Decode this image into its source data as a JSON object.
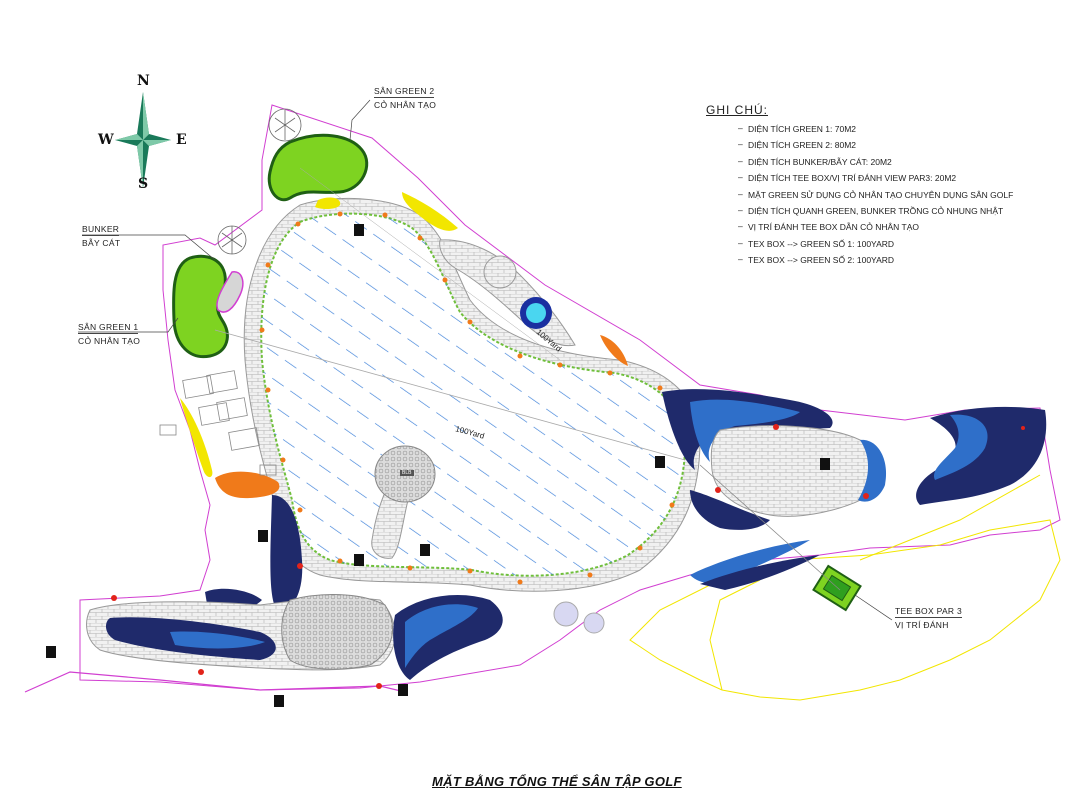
{
  "title": "MẶT BẰNG TỔNG THỂ SÂN TẬP GOLF",
  "compass": {
    "n": "N",
    "s": "S",
    "e": "E",
    "w": "W"
  },
  "labels": {
    "green2_line1": "SÂN GREEN 2",
    "green2_line2": "CỎ NHÂN TẠO",
    "bunker_line1": "BUNKER",
    "bunker_line2": "BẪY CÁT",
    "green1_line1": "SÂN GREEN 1",
    "green1_line2": "CỎ NHÂN TẠO",
    "tee_line1": "TEE BOX PAR 3",
    "tee_line2": "VỊ TRÍ ĐÁNH",
    "yard_main": "100Yard",
    "yard_upper": "100Yard",
    "pond": "BLB"
  },
  "notes": {
    "title": "GHI CHÚ:",
    "items": [
      "DIỆN TÍCH GREEN 1: 70M2",
      "DIỆN TÍCH GREEN 2: 80M2",
      "DIỆN TÍCH BUNKER/BẪY CÁT: 20M2",
      "DIỆN TÍCH TEE BOX/VỊ TRÍ ĐÁNH VIEW PAR3: 20M2",
      "MẶT GREEN SỬ DỤNG CỎ NHÂN TẠO CHUYÊN DỤNG SÂN GOLF",
      "DIỆN TÍCH QUANH GREEN, BUNKER TRỒNG CỎ NHUNG NHẬT",
      "VỊ TRÍ ĐÁNH TEE BOX DẪN CỎ NHÂN TẠO",
      "TEX BOX --> GREEN SỐ 1: 100YARD",
      "TEX BOX --> GREEN SỐ 2: 100YARD"
    ]
  },
  "colors": {
    "boundary": "#d13fd1",
    "green": "#7ed321",
    "navy": "#1f2a6b",
    "blue": "#2f6fc9",
    "sand": "#f2e600",
    "orange": "#f07a1a",
    "hatch": "#3a7fd8"
  }
}
